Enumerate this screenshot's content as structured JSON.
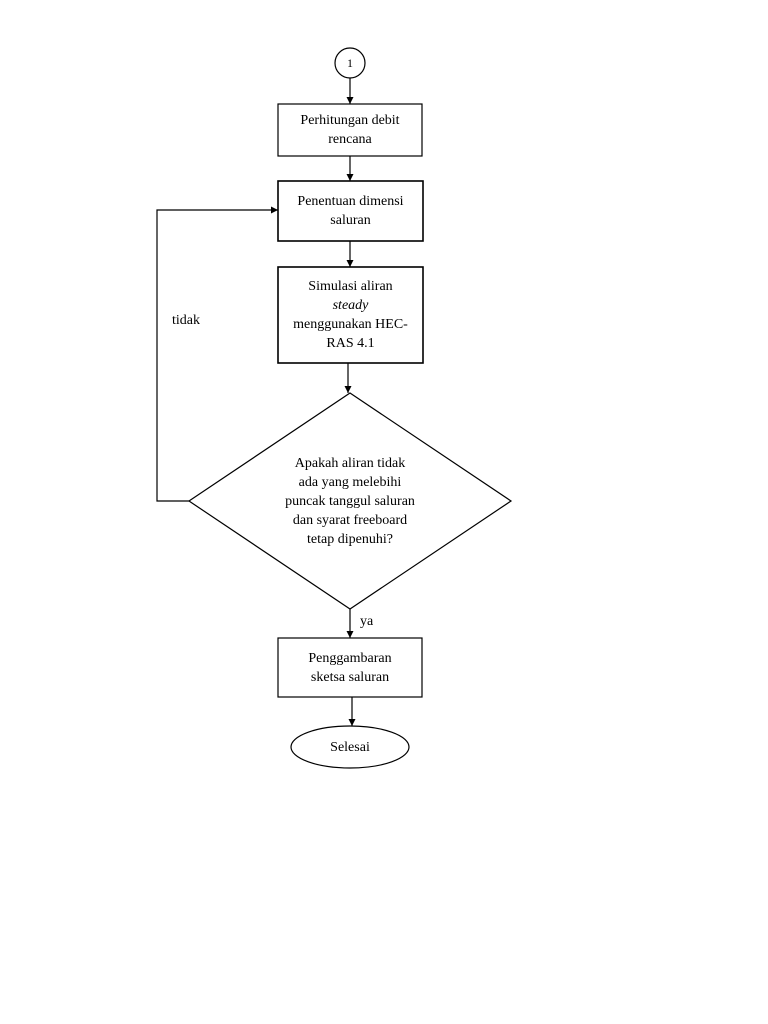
{
  "nodes": {
    "connector": {
      "label": "1"
    },
    "perhitungan": {
      "lines": [
        "Perhitungan debit",
        "rencana"
      ]
    },
    "penentuan": {
      "lines": [
        "Penentuan dimensi",
        "saluran"
      ]
    },
    "simulasi": {
      "line1": "Simulasi aliran",
      "line2": "steady",
      "line3": "menggunakan HEC-",
      "line4": "RAS 4.1"
    },
    "decision": {
      "lines": [
        "Apakah aliran tidak",
        "ada yang melebihi",
        "puncak tanggul saluran",
        "dan syarat freeboard",
        "tetap dipenuhi?"
      ]
    },
    "penggambaran": {
      "lines": [
        "Penggambaran",
        "sketsa saluran"
      ]
    },
    "selesai": {
      "label": "Selesai"
    }
  },
  "edges": {
    "no_label": "tidak",
    "yes_label": "ya"
  }
}
